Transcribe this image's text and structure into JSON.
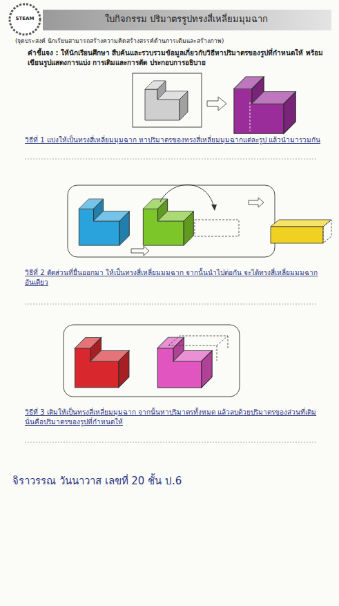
{
  "diagram": {
    "title": "ใบกิจกรรม ปริมาตรรูปทรงสี่เหลี่ยมมุมฉาก",
    "labels": [
      "STEAM",
      "(จุดประสงค์ นักเรียนสามารถสร้างความคิดสร้างสรรค์ด้านการเติมและสร้างภาพ)",
      "คำชี้แจง : ให้นักเรียนศึกษา สืบค้นและรวบรวมข้อมูลเกี่ยวกับวิธีหาปริมาตรของรูปที่กำหนดให้ พร้อมเขียนรูปแสดงการแบ่ง การเติมและการตัด ประกอบการอธิบาย",
      "วิธีที่ 1 แบ่งให้เป็นทรงสี่เหลี่ยมมุมฉาก หาปริมาตรของทรงสี่เหลี่ยมมุมฉากแต่ละรูป แล้วนำมารวมกัน",
      "วิธีที่ 2 ตัดส่วนที่ยื่นออกมา ให้เป็นทรงสี่เหลี่ยมมุมฉาก จากนั้นนำไปต่อกัน จะได้ทรงสี่เหลี่ยมมุมฉาก อันเดียว",
      "วิธีที่ 3 เติมให้เป็นทรงสี่เหลี่ยมมุมฉาก จากนั้นหาปริมาตรทั้งหมด แล้วลบด้วยปริมาตรของส่วนที่เติม นั่นคือปริมาตรของรูปที่กำหนดให้",
      "จิราวรรณ วันนาวาส เลขที่ 20 ชั้น ป.6"
    ]
  }
}
